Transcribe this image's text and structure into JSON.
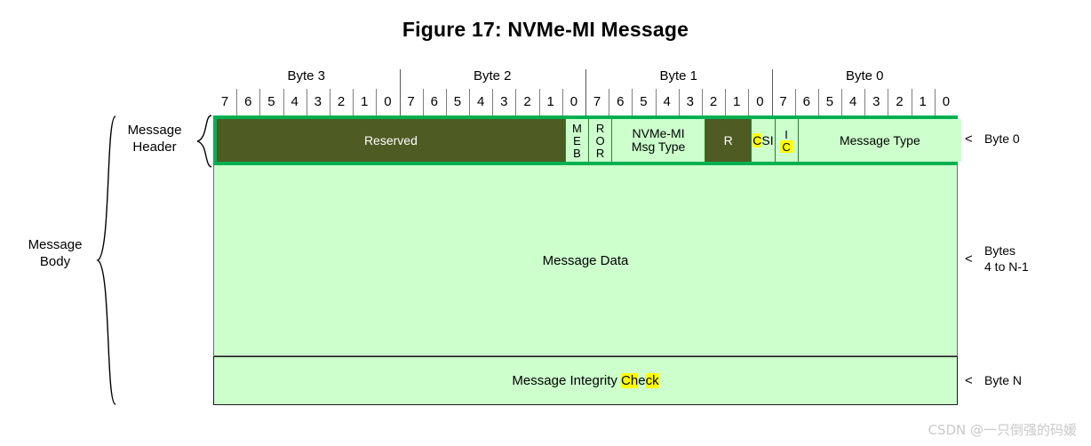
{
  "figure": {
    "title": "Figure 17: NVMe-MI Message"
  },
  "ruler": {
    "bytes": [
      {
        "label": "Byte 3",
        "bits": [
          "7",
          "6",
          "5",
          "4",
          "3",
          "2",
          "1",
          "0"
        ]
      },
      {
        "label": "Byte 2",
        "bits": [
          "7",
          "6",
          "5",
          "4",
          "3",
          "2",
          "1",
          "0"
        ]
      },
      {
        "label": "Byte 1",
        "bits": [
          "7",
          "6",
          "5",
          "4",
          "3",
          "2",
          "1",
          "0"
        ]
      },
      {
        "label": "Byte 0",
        "bits": [
          "7",
          "6",
          "5",
          "4",
          "3",
          "2",
          "1",
          "0"
        ]
      }
    ]
  },
  "header_row": {
    "fields": [
      {
        "name": "reserved",
        "label": "Reserved",
        "bits": 15,
        "style": "dark",
        "orientation": "horizontal"
      },
      {
        "name": "meb",
        "label": "MEB",
        "bits": 1,
        "style": "light",
        "orientation": "vertical"
      },
      {
        "name": "ror",
        "label": "ROR",
        "bits": 1,
        "style": "light",
        "orientation": "vertical"
      },
      {
        "name": "nvme-mi-msg-type",
        "label": "NVMe-MI\nMsg Type",
        "bits": 4,
        "style": "light",
        "orientation": "horizontal"
      },
      {
        "name": "r",
        "label": "R",
        "bits": 2,
        "style": "dark",
        "orientation": "horizontal"
      },
      {
        "name": "csi",
        "label": "CSI",
        "bits": 1,
        "style": "light",
        "orientation": "horizontal",
        "highlight": "C"
      },
      {
        "name": "ic",
        "label": "IC",
        "bits": 1,
        "style": "light",
        "orientation": "vertical",
        "highlight": "C"
      },
      {
        "name": "message-type",
        "label": "Message Type",
        "bits": 7,
        "style": "light",
        "orientation": "horizontal"
      }
    ]
  },
  "body_row": {
    "label": "Message Data"
  },
  "mic_row": {
    "label": "Message Integrity Check",
    "highlight_chars": "Ch, ck"
  },
  "right_annotations": [
    {
      "caret": "<",
      "label": "Byte 0"
    },
    {
      "caret": "<",
      "label": "Bytes\n4 to N-1"
    },
    {
      "caret": "<",
      "label": "Byte N"
    }
  ],
  "left_annotations": [
    {
      "name": "message-header",
      "label": "Message\nHeader"
    },
    {
      "name": "message-body",
      "label": "Message\nBody"
    }
  ],
  "watermark": {
    "text": "CSDN @一只倒强的码媛"
  },
  "colors": {
    "reserved_fill": "#4e5b23",
    "light_fill": "#ccffcc",
    "header_border": "#00b050",
    "highlight": "#ffff00"
  }
}
